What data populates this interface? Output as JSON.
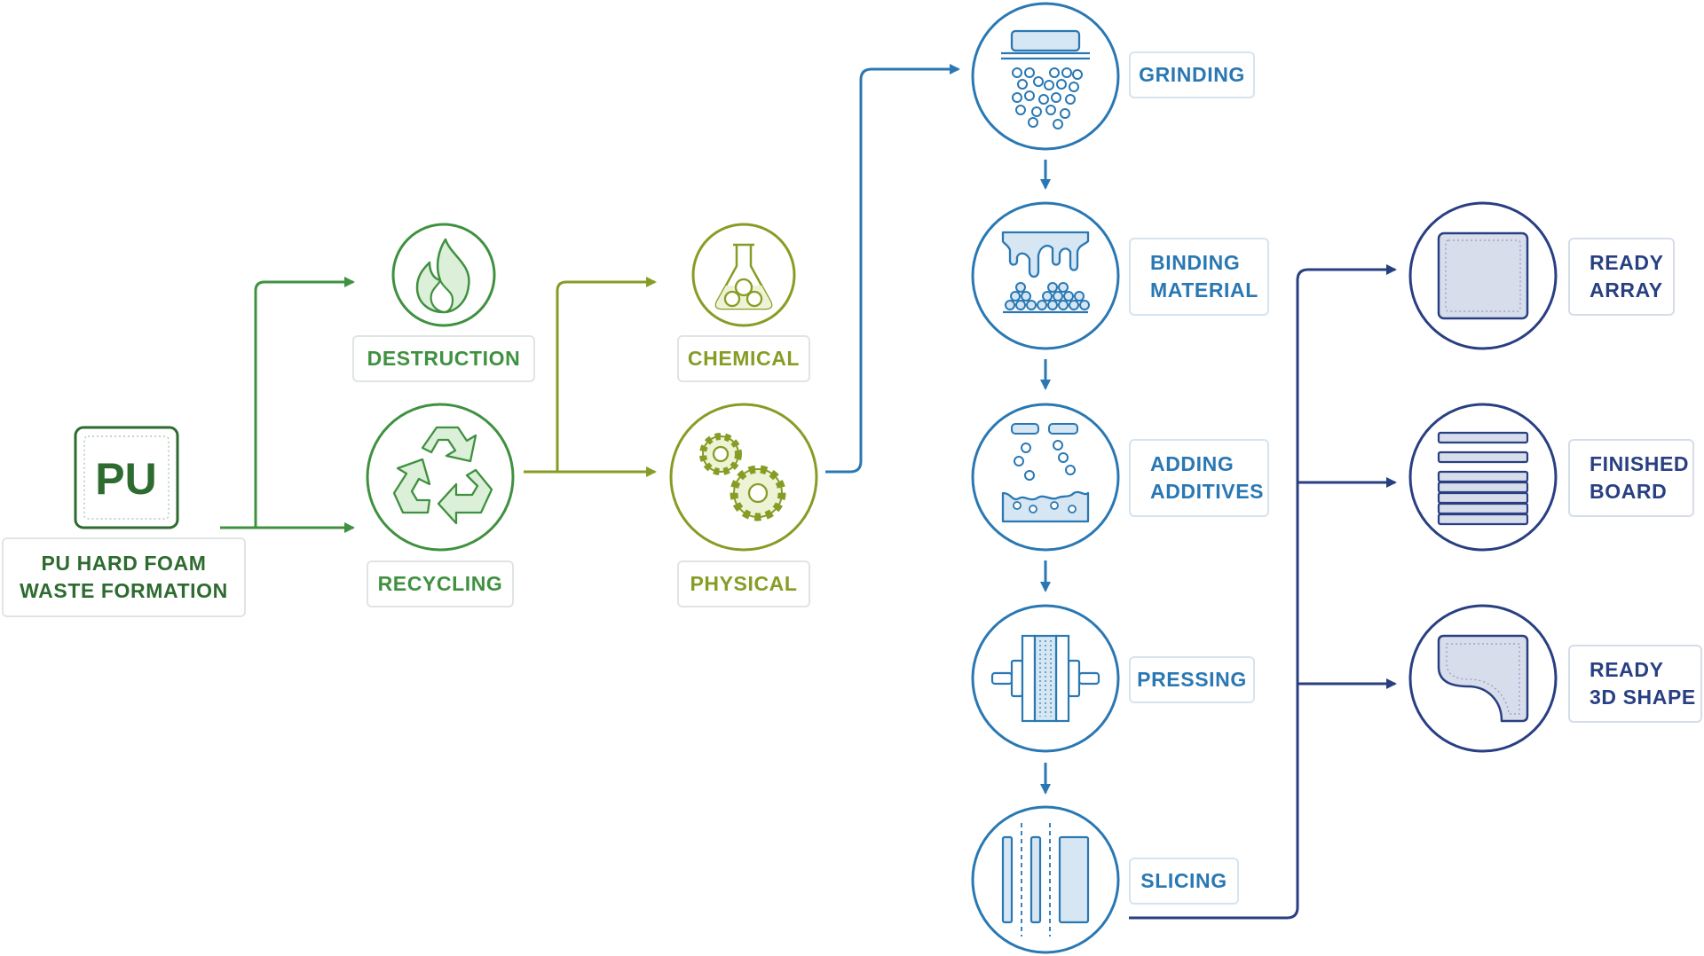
{
  "nodes": {
    "source": {
      "badge": "PU",
      "line1": "PU HARD FOAM",
      "line2": "WASTE FORMATION"
    },
    "destruction": {
      "label": "DESTRUCTION"
    },
    "recycling": {
      "label": "RECYCLING"
    },
    "chemical": {
      "label": "CHEMICAL"
    },
    "physical": {
      "label": "PHYSICAL"
    },
    "grinding": {
      "label": "GRINDING"
    },
    "binding": {
      "line1": "BINDING",
      "line2": "MATERIAL"
    },
    "additives": {
      "line1": "ADDING",
      "line2": "ADDITIVES"
    },
    "pressing": {
      "label": "PRESSING"
    },
    "slicing": {
      "label": "SLICING"
    },
    "ready_array": {
      "line1": "READY",
      "line2": "ARRAY"
    },
    "finished_board": {
      "line1": "FINISHED",
      "line2": "BOARD"
    },
    "ready_3d": {
      "line1": "READY",
      "line2": "3D SHAPE"
    }
  },
  "icons": {
    "source": "pu-badge-icon",
    "destruction": "flame-icon",
    "recycling": "recycle-icon",
    "chemical": "flask-icon",
    "physical": "gears-icon",
    "grinding": "grinder-icon",
    "binding": "binder-drip-icon",
    "additives": "additives-icon",
    "pressing": "press-icon",
    "slicing": "slicing-icon",
    "ready_array": "array-block-icon",
    "finished_board": "board-stack-icon",
    "ready_3d": "shape-3d-icon"
  },
  "colors": {
    "dark_green": "#2e6b30",
    "green": "#3f9140",
    "olive": "#869d25",
    "blue": "#2a78b3",
    "navy": "#283f82",
    "light_fill": "#d6e6f3",
    "navy_fill": "#d8ddeb"
  }
}
